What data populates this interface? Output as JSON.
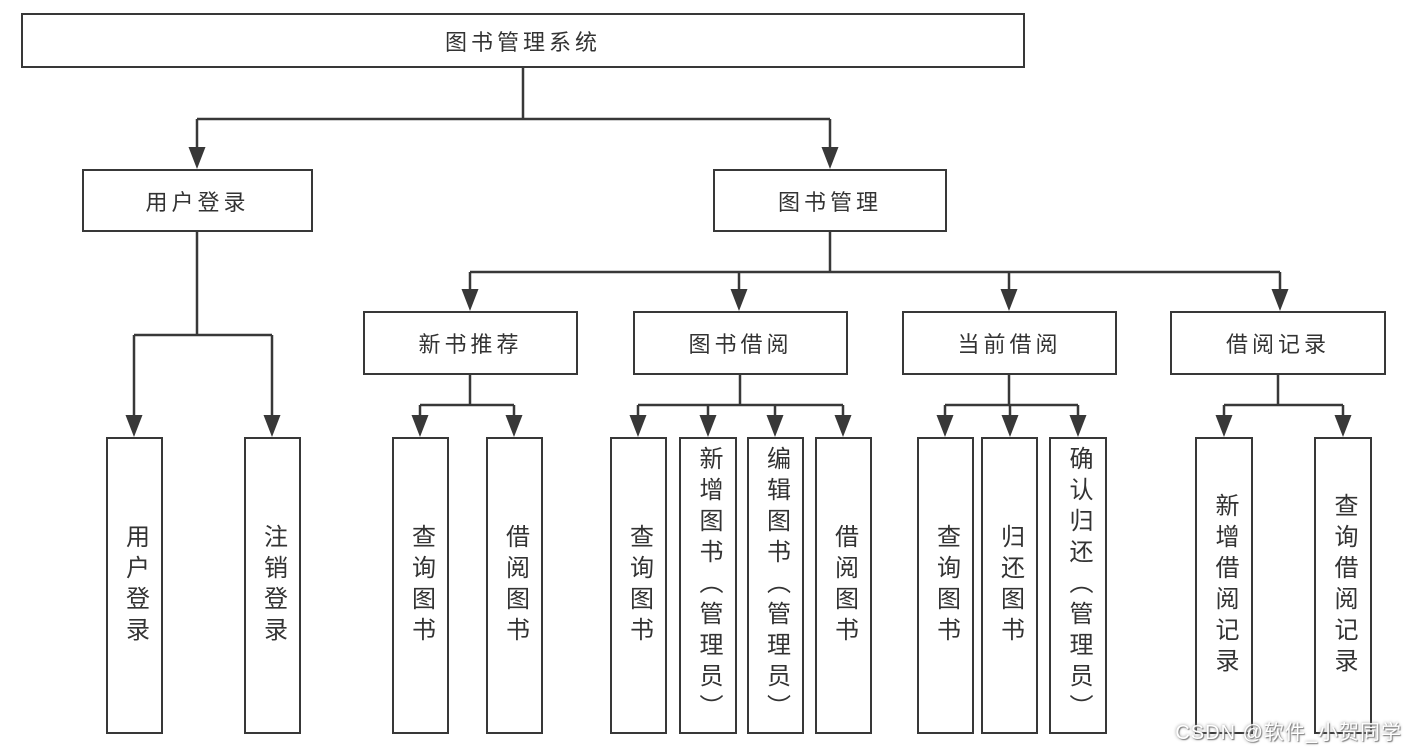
{
  "colors": {
    "line": "#383838",
    "box_border": "#383838",
    "box_fill": "#ffffff",
    "text": "#333333",
    "watermark_text": "#ffffff"
  },
  "tree": {
    "root": {
      "label": "图书管理系统",
      "children": [
        {
          "label": "用户登录",
          "children": [
            {
              "label": "用户登录"
            },
            {
              "label": "注销登录"
            }
          ]
        },
        {
          "label": "图书管理",
          "children": [
            {
              "label": "新书推荐",
              "children": [
                {
                  "label": "查询图书"
                },
                {
                  "label": "借阅图书"
                }
              ]
            },
            {
              "label": "图书借阅",
              "children": [
                {
                  "label": "查询图书"
                },
                {
                  "label": "新增图书（管理员）"
                },
                {
                  "label": "编辑图书（管理员）"
                },
                {
                  "label": "借阅图书"
                }
              ]
            },
            {
              "label": "当前借阅",
              "children": [
                {
                  "label": "查询图书"
                },
                {
                  "label": "归还图书"
                },
                {
                  "label": "确认归还（管理员）"
                }
              ]
            },
            {
              "label": "借阅记录",
              "children": [
                {
                  "label": "新增借阅记录"
                },
                {
                  "label": "查询借阅记录"
                }
              ]
            }
          ]
        }
      ]
    }
  },
  "watermark": "CSDN @软件_小贺同学"
}
